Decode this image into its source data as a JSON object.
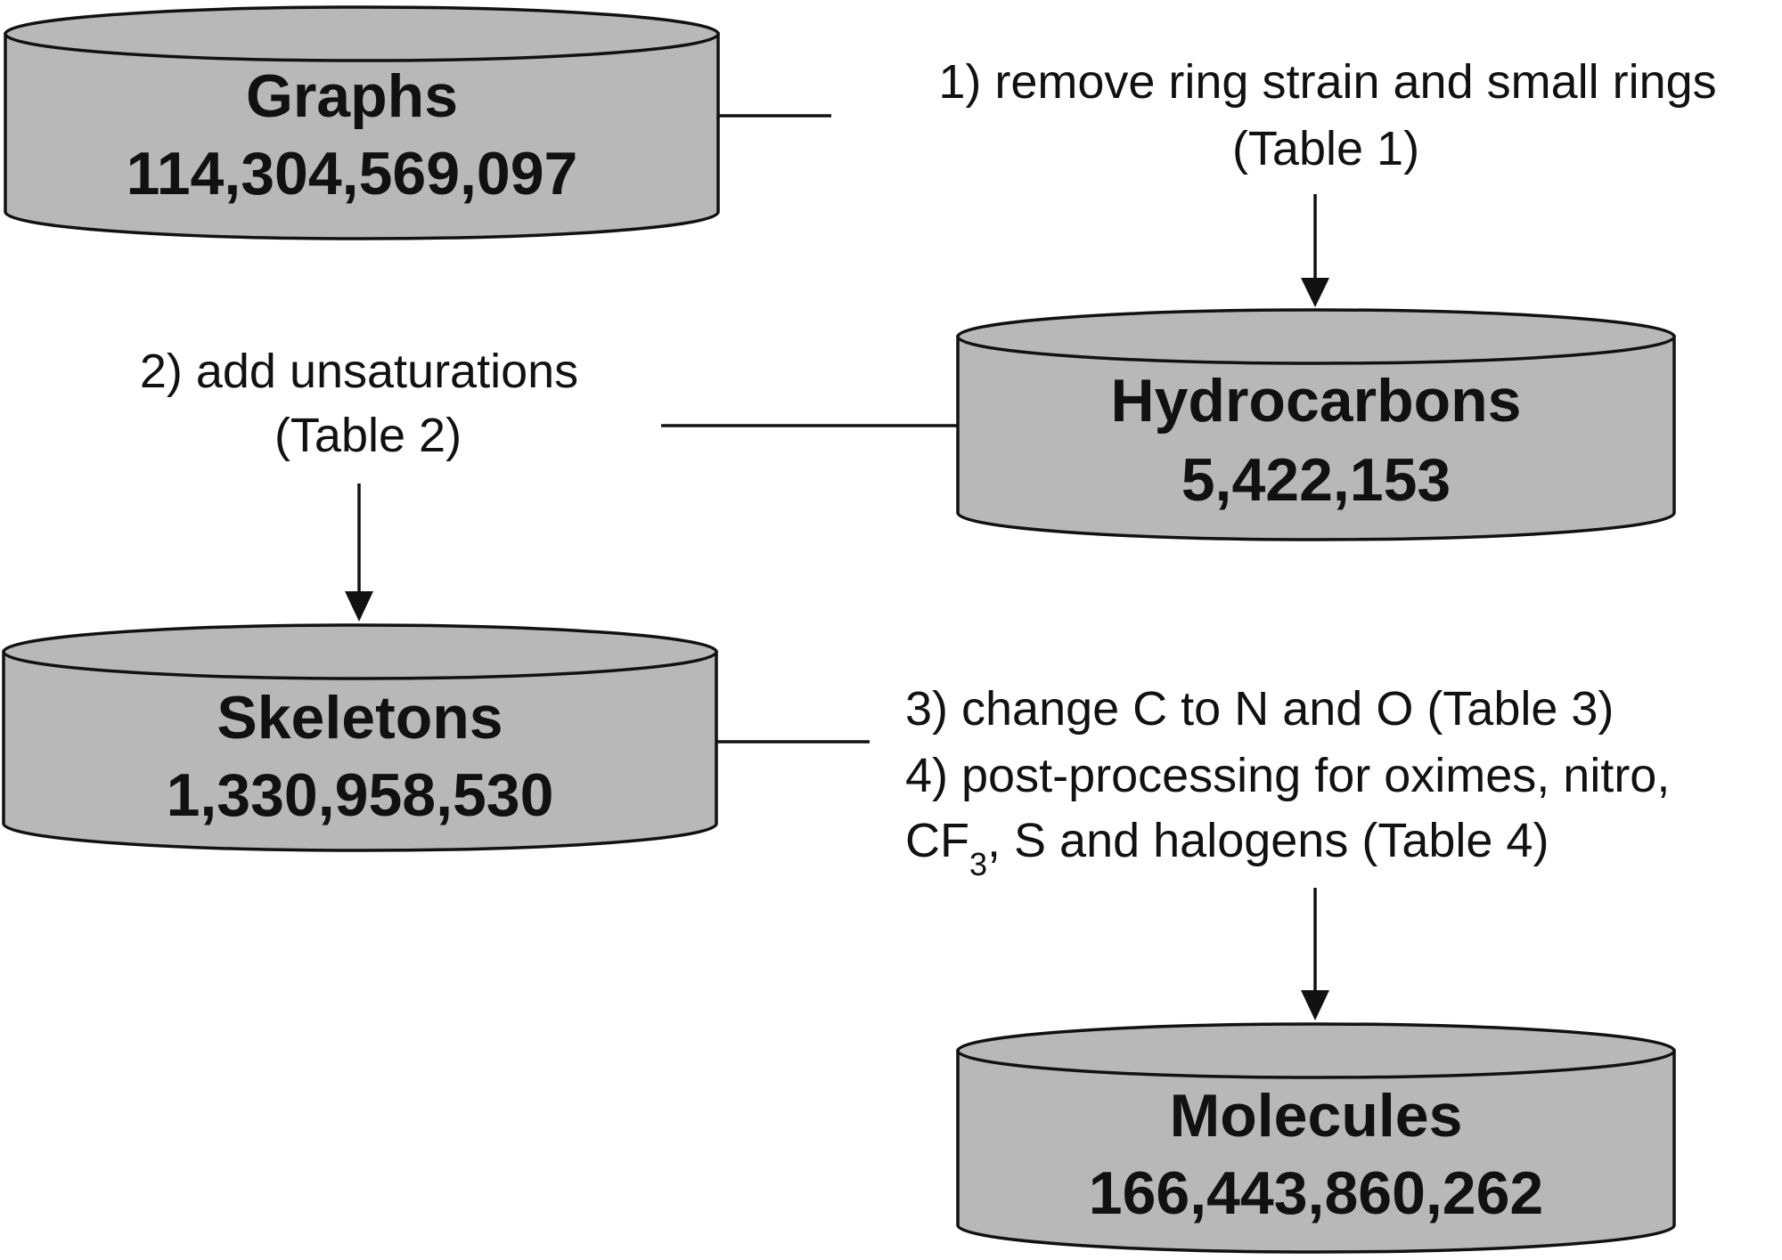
{
  "databases": [
    {
      "title": "Graphs",
      "count": "114,304,569,097"
    },
    {
      "title": "Hydrocarbons",
      "count": "5,422,153"
    },
    {
      "title": "Skeletons",
      "count": "1,330,958,530"
    },
    {
      "title": "Molecules",
      "count": "166,443,860,262"
    }
  ],
  "steps": {
    "step1": {
      "line1": "1) remove ring strain and small rings",
      "line2": "(Table 1)"
    },
    "step2": {
      "line1": "2) add unsaturations",
      "line2": "(Table 2)"
    },
    "step3": {
      "line1": "3) change C to N and O (Table 3)"
    },
    "step4": {
      "line1": "4) post-processing for oximes, nitro,",
      "line2_a": "CF",
      "line2_sub": "3",
      "line2_b": ", S and halogens (Table 4)"
    }
  }
}
